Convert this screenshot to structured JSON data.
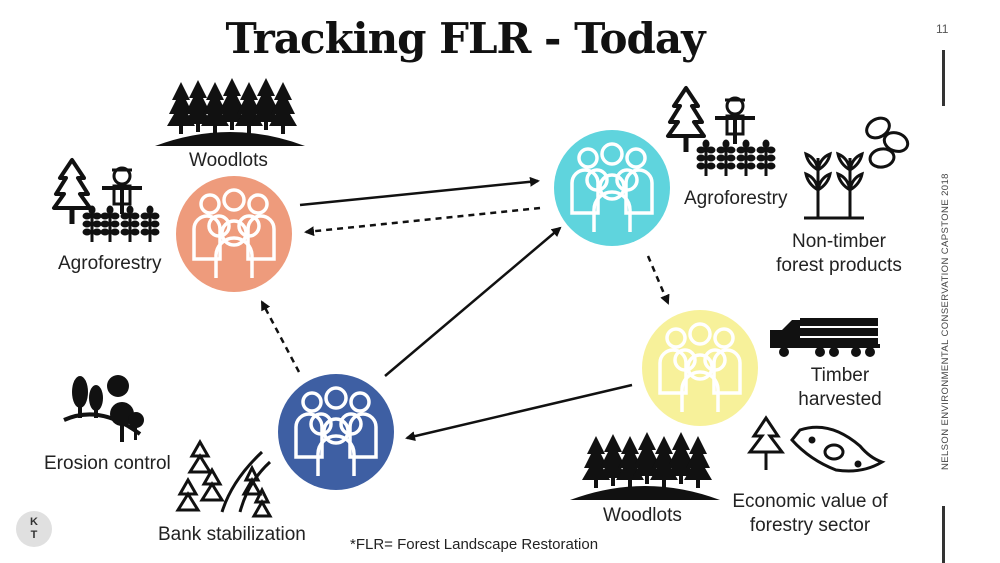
{
  "title": "Tracking FLR - Today",
  "slide_number": "11",
  "side_caption": "NELSON ENVIRONMENTAL CONSERVATION CAPSTONE 2018",
  "footnote": "*FLR= Forest Landscape Restoration",
  "logo_initials": [
    "K",
    "T"
  ],
  "colors": {
    "orange_group": "#ee9b7c",
    "teal_group": "#5fd4dd",
    "yellow_group": "#f7f19a",
    "blue_group": "#3e5fa3"
  },
  "labels": {
    "woodlots_top": "Woodlots",
    "agroforestry_left": "Agroforestry",
    "agroforestry_right": "Agroforestry",
    "ntfp_line1": "Non-timber",
    "ntfp_line2": "forest products",
    "timber_line1": "Timber",
    "timber_line2": "harvested",
    "erosion_control": "Erosion control",
    "bank_stabilization": "Bank stabilization",
    "woodlots_bottom": "Woodlots",
    "economic_line1": "Economic value of",
    "economic_line2": "forestry sector"
  },
  "icons": [
    "forest-icon",
    "tree-icon",
    "farmer-crops-icon",
    "plants-icon",
    "beans-icon",
    "logging-truck-icon",
    "trees-hill-icon",
    "river-trees-icon",
    "money-icon",
    "people-group-icon"
  ]
}
